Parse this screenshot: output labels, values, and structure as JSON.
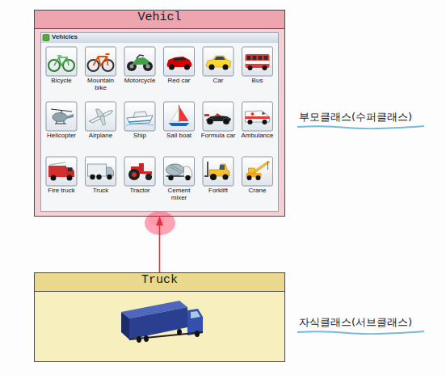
{
  "diagram": {
    "nodes": [
      {
        "text": [
          "Vehicl"
        ]
      },
      {
        "text": [
          "Vehicles"
        ],
        "in": 0
      },
      {
        "text": [
          "Bicycle"
        ],
        "in": 1
      },
      {
        "text": [
          "Mountain bike"
        ],
        "in": 1
      },
      {
        "text": [
          "Motorcycle"
        ],
        "in": 1
      },
      {
        "text": [
          "Red car"
        ],
        "in": 1
      },
      {
        "text": [
          "Car"
        ],
        "in": 1
      },
      {
        "text": [
          "Bus"
        ],
        "in": 1
      },
      {
        "text": [
          "Helicopter"
        ],
        "in": 1
      },
      {
        "text": [
          "Airplane"
        ],
        "in": 1
      },
      {
        "text": [
          "Ship"
        ],
        "in": 1
      },
      {
        "text": [
          "Sail boat"
        ],
        "in": 1
      },
      {
        "text": [
          "Formula car"
        ],
        "in": 1
      },
      {
        "text": [
          "Ambulance"
        ],
        "in": 1
      },
      {
        "text": [
          "Fire truck"
        ],
        "in": 1
      },
      {
        "text": [
          "Truck"
        ],
        "in": 1
      },
      {
        "text": [
          "Tractor"
        ],
        "in": 1
      },
      {
        "text": [
          "Cement mixer"
        ],
        "in": 1
      },
      {
        "text": [
          "Forklift"
        ],
        "in": 1
      },
      {
        "text": [
          "Crane"
        ],
        "in": 1
      },
      {
        "text": [
          "Truck"
        ]
      }
    ],
    "edges": [
      {
        "from": 20,
        "to": 0,
        "arrow": "to"
      }
    ],
    "labels": [
      "부모클래스(수퍼클래스)",
      "자식클래스(서브클래스)"
    ]
  }
}
